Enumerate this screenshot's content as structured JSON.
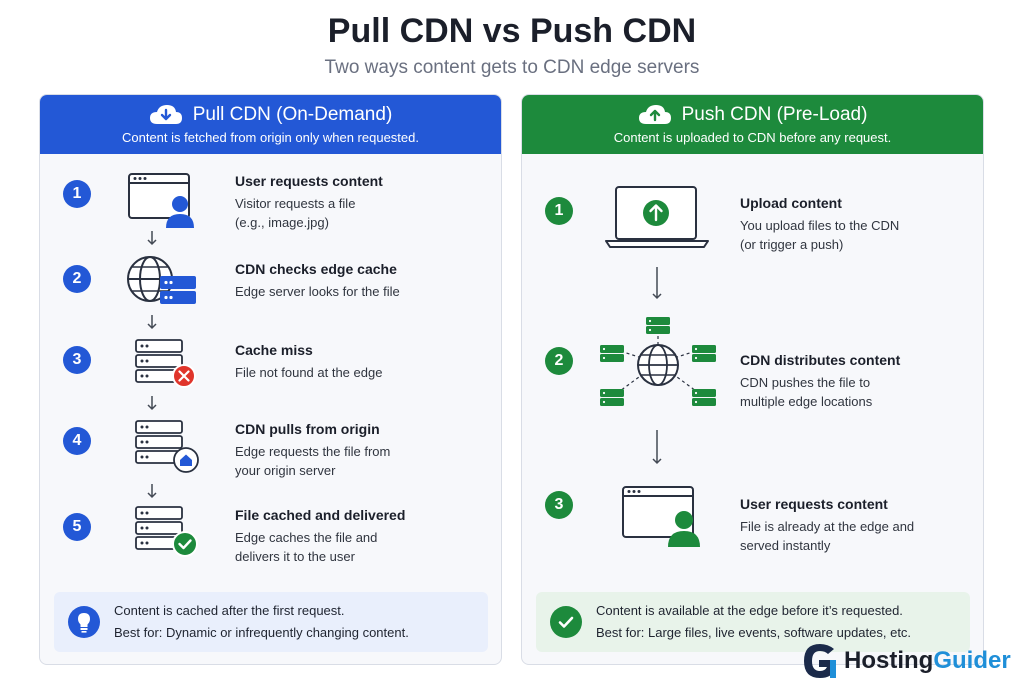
{
  "title": "Pull CDN vs Push CDN",
  "subtitle": "Two ways content gets to CDN edge servers",
  "colors": {
    "pull": "#2358d6",
    "push": "#1d8a3c"
  },
  "pull": {
    "header_title": "Pull CDN (On-Demand)",
    "header_sub": "Content is fetched from origin only when requested.",
    "steps": [
      {
        "num": "1",
        "title": "User requests content",
        "desc1": "Visitor requests a file",
        "desc2": "(e.g., image.jpg)",
        "icon": "browser-user-icon"
      },
      {
        "num": "2",
        "title": "CDN checks edge cache",
        "desc1": "Edge server looks for the file",
        "desc2": "",
        "icon": "globe-server-icon"
      },
      {
        "num": "3",
        "title": "Cache miss",
        "desc1": "File not found at the edge",
        "desc2": "",
        "icon": "server-error-icon"
      },
      {
        "num": "4",
        "title": "CDN pulls from origin",
        "desc1": "Edge requests the file from",
        "desc2": "your origin server",
        "icon": "server-home-icon"
      },
      {
        "num": "5",
        "title": "File cached and delivered",
        "desc1": "Edge caches the file and",
        "desc2": "delivers it to the user",
        "icon": "server-check-icon"
      }
    ],
    "note": {
      "line1": "Content is cached after the first request.",
      "line2": "Best for: Dynamic or infrequently changing content.",
      "icon": "lightbulb-icon"
    }
  },
  "push": {
    "header_title": "Push CDN (Pre-Load)",
    "header_sub": "Content is uploaded to CDN before any request.",
    "steps": [
      {
        "num": "1",
        "title": "Upload content",
        "desc1": "You upload files to the CDN",
        "desc2": "(or trigger a push)",
        "icon": "laptop-upload-icon"
      },
      {
        "num": "2",
        "title": "CDN distributes content",
        "desc1": "CDN pushes the file to",
        "desc2": "multiple edge locations",
        "icon": "globe-distribution-icon"
      },
      {
        "num": "3",
        "title": "User requests content",
        "desc1": "File is already at the edge and",
        "desc2": "served instantly",
        "icon": "browser-user-icon"
      }
    ],
    "note": {
      "line1": "Content is available at the edge before it’s requested.",
      "line2": "Best for: Large files, live events, software updates, etc.",
      "icon": "check-circle-icon"
    }
  },
  "brand": {
    "text_a": "Hosting",
    "text_b": "Guider",
    "logo": "hostingguider-logo"
  }
}
